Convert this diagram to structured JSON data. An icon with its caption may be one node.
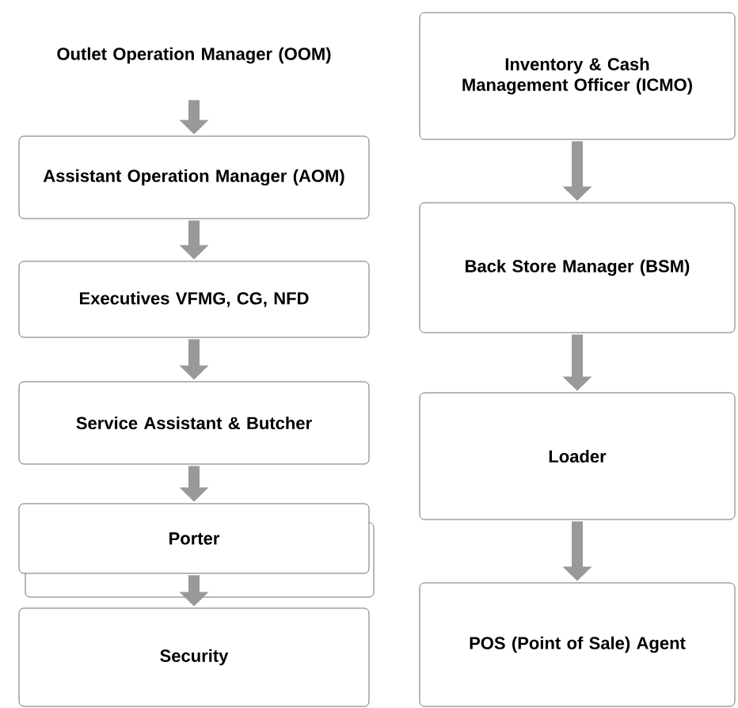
{
  "diagram": {
    "nodes": [
      {
        "text": [
          "Outlet Operation Manager (OOM)"
        ]
      },
      {
        "text": [
          "Assistant Operation Manager (AOM)"
        ]
      },
      {
        "text": [
          "Executives VFMG, CG, NFD"
        ]
      },
      {
        "text": [
          "Service Assistant & Butcher"
        ]
      },
      {
        "text": [
          "Porter"
        ]
      },
      {
        "text": [
          "Security"
        ]
      },
      {
        "text": [
          "Inventory & Cash Management Officer (ICMO)"
        ]
      },
      {
        "text": [
          "Back Store Manager (BSM)"
        ]
      },
      {
        "text": [
          "Loader"
        ]
      },
      {
        "text": [
          "POS (Point of Sale) Agent"
        ]
      }
    ],
    "edges": [
      {
        "from": 0,
        "to": 1,
        "arrow": "to"
      },
      {
        "from": 1,
        "to": 2,
        "arrow": "to"
      },
      {
        "from": 2,
        "to": 3,
        "arrow": "to"
      },
      {
        "from": 3,
        "to": 4,
        "arrow": "to"
      },
      {
        "from": 4,
        "to": 5,
        "arrow": "to"
      },
      {
        "from": 6,
        "to": 7,
        "arrow": "to"
      },
      {
        "from": 7,
        "to": 8,
        "arrow": "to"
      },
      {
        "from": 8,
        "to": 9,
        "arrow": "to"
      }
    ]
  }
}
